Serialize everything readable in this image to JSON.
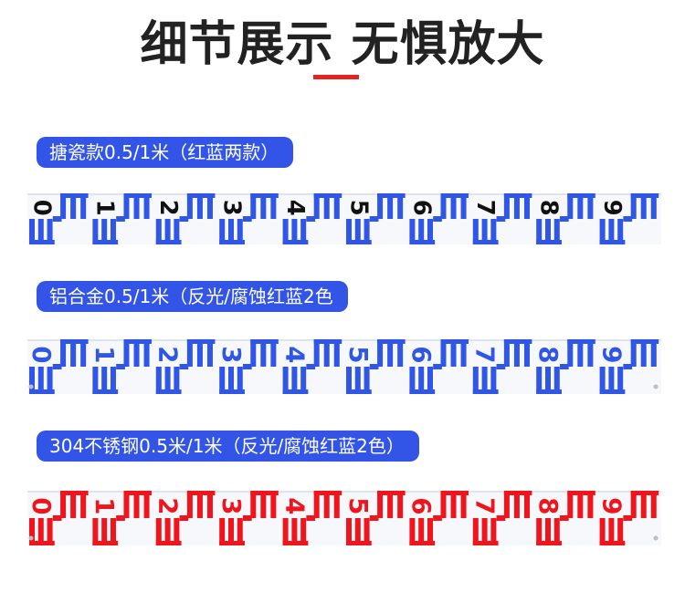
{
  "header": {
    "title": "细节展示 无惧放大",
    "accent_color": "#e5241f"
  },
  "rulers": [
    {
      "label": "搪瓷款0.5/1米（红蓝两款）",
      "color": "#2f56e6",
      "label_color": "#3255e8",
      "numbers": [
        "0",
        "1",
        "2",
        "3",
        "4",
        "5",
        "6",
        "7",
        "8",
        "9"
      ],
      "numeral_color": "#111111"
    },
    {
      "label": "铝合金0.5/1米（反光/腐蚀红蓝2色",
      "color": "#2f56e6",
      "label_color": "#3255e8",
      "numbers": [
        "0",
        "1",
        "2",
        "3",
        "4",
        "5",
        "6",
        "7",
        "8",
        "9"
      ],
      "numeral_color": "#2f56e6"
    },
    {
      "label": "304不锈钢0.5米/1米（反光/腐蚀红蓝2色）",
      "color": "#f0141c",
      "label_color": "#3255e8",
      "numbers": [
        "0",
        "1",
        "2",
        "3",
        "4",
        "5",
        "6",
        "7",
        "8",
        "9"
      ],
      "numeral_color": "#f0141c"
    }
  ]
}
